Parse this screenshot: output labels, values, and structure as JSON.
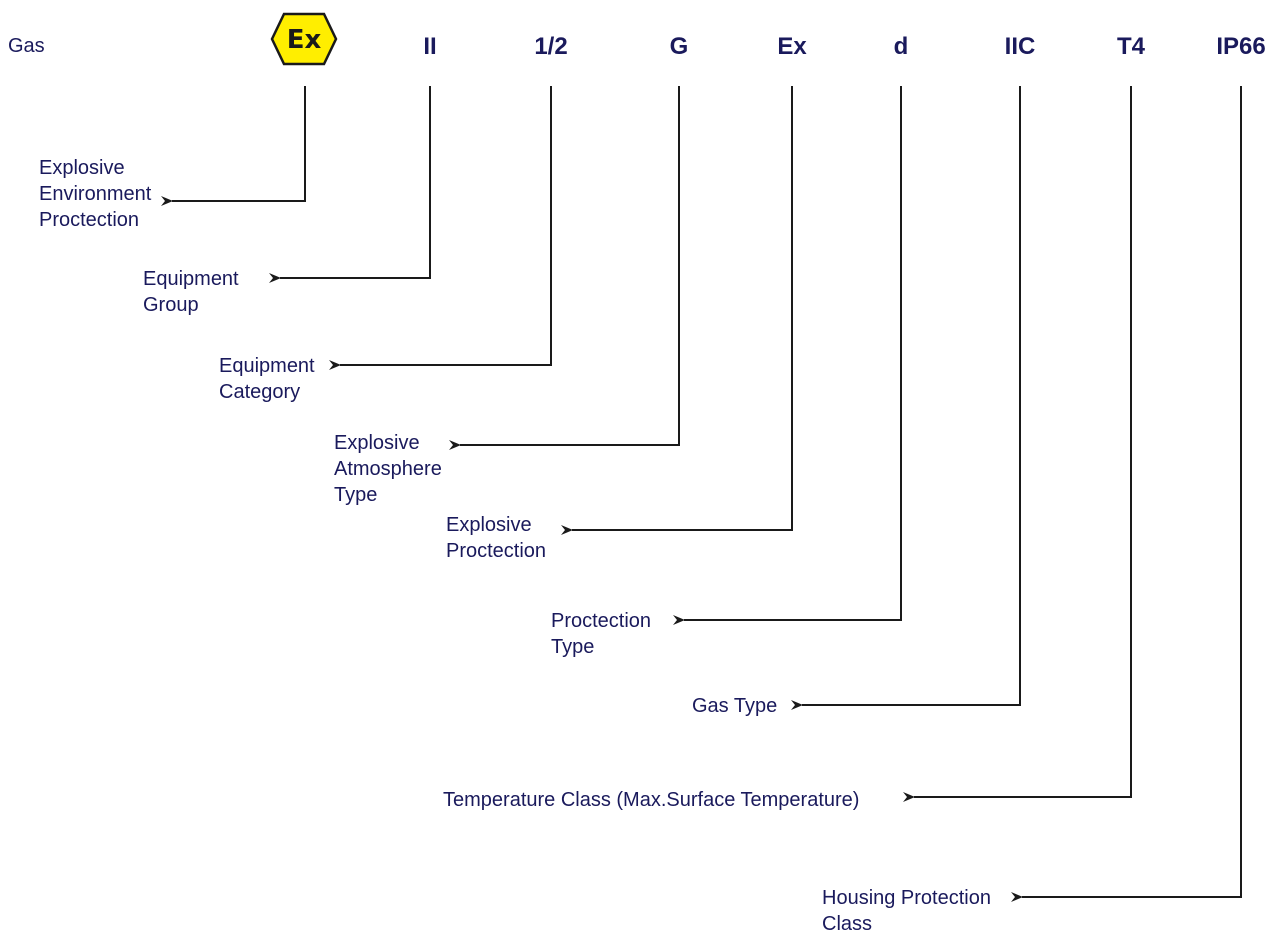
{
  "diagram": {
    "medium_label": "Gas",
    "ex_logo_text": "Ex",
    "codes": [
      "II",
      "1/2",
      "G",
      "Ex",
      "d",
      "IIC",
      "T4",
      "IP66"
    ],
    "descriptions": [
      "Explosive\nEnvironment\nProctection",
      "Equipment\nGroup",
      "Equipment\nCategory",
      "Explosive\nAtmosphere\nType",
      "Explosive\nProctection",
      "Proctection\nType",
      "Gas Type",
      "Temperature Class (Max.Surface Temperature)",
      "Housing Protection\nClass"
    ]
  },
  "colors": {
    "text": "#1a1a5c",
    "lines": "#1a1a1a",
    "logo_fill": "#ffee00",
    "logo_stroke": "#1a1a1a"
  }
}
